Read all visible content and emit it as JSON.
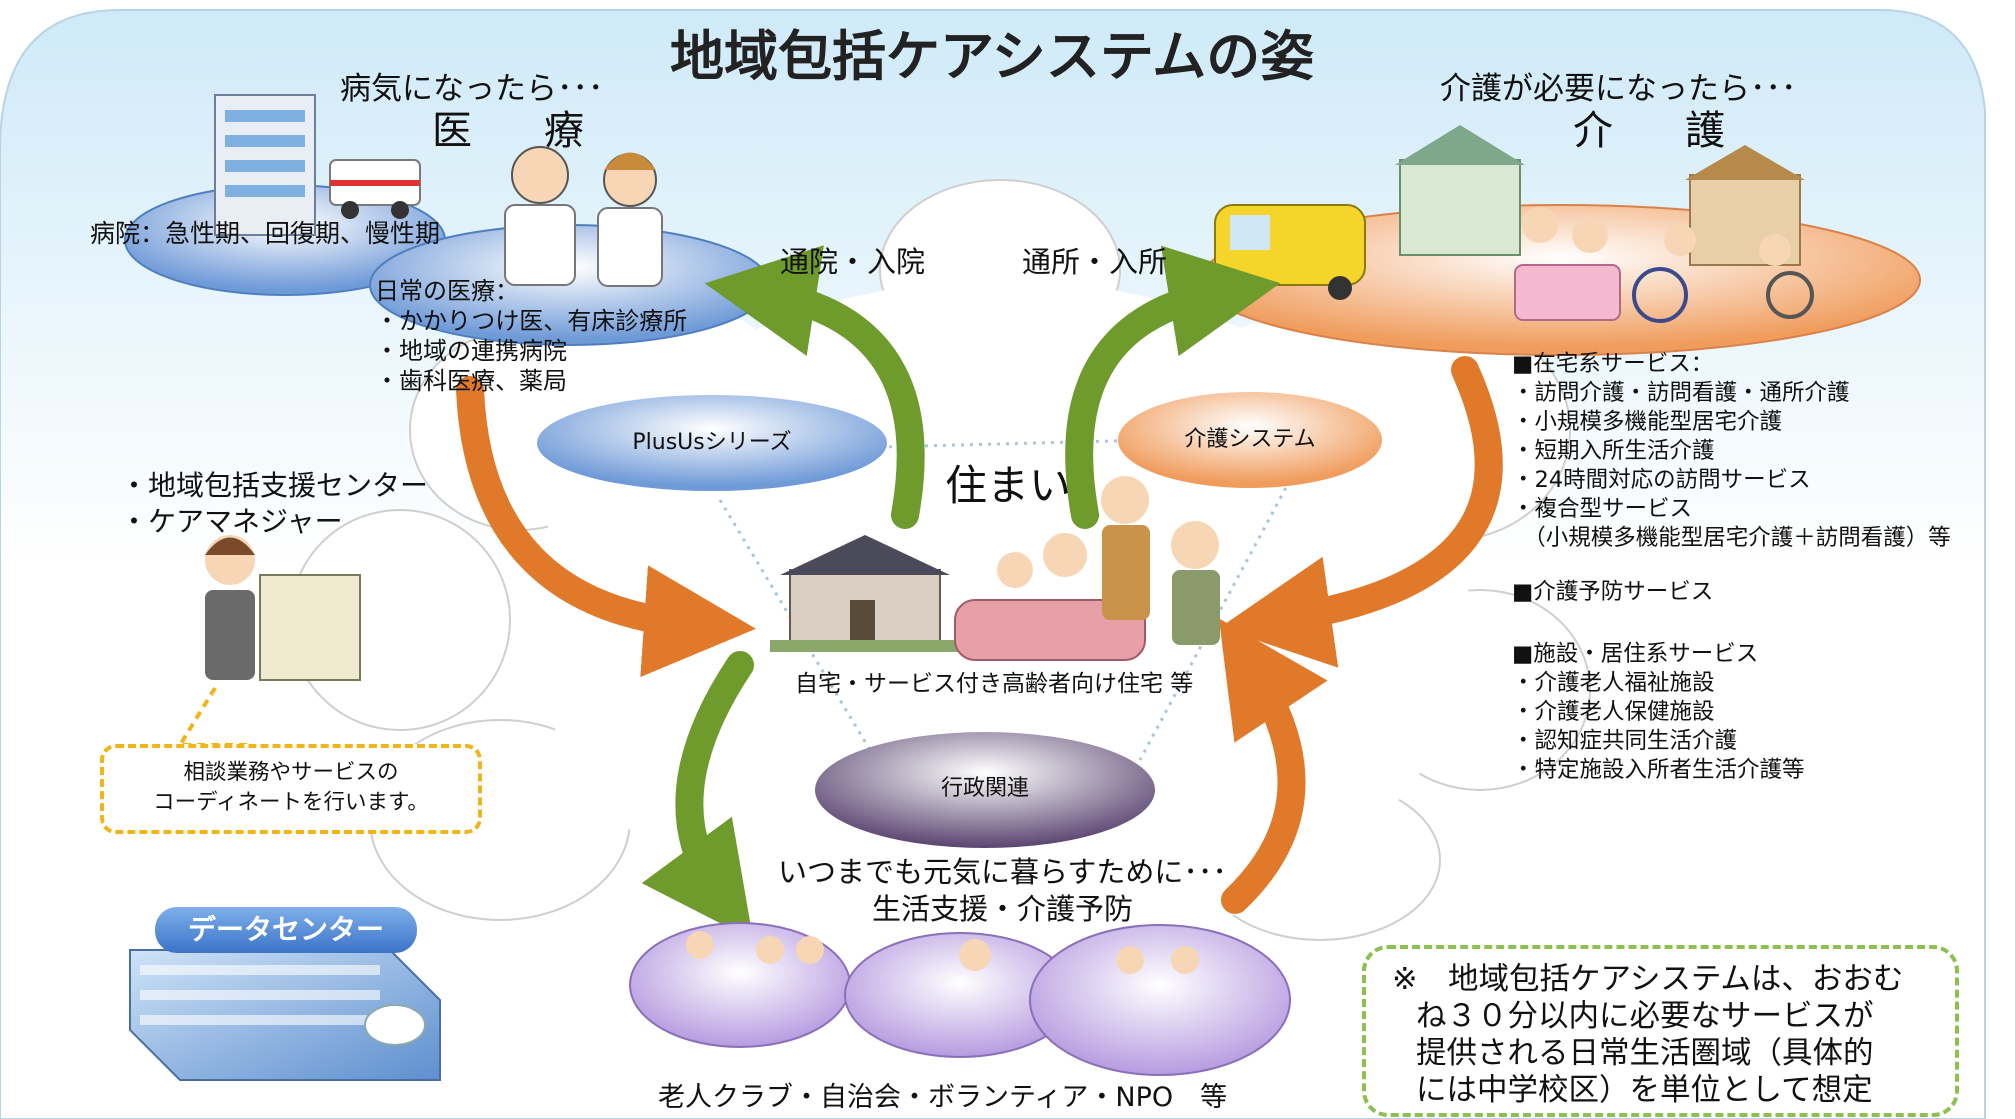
{
  "title": "地域包括ケアシステムの姿",
  "medical": {
    "sub": "病気になったら･･･",
    "main": "医　療",
    "hospital": "病院：急性期、回復期、慢性期",
    "daily_lines": [
      "日常の医療：",
      "・かかりつけ医、有床診療所",
      "・地域の連携病院",
      "・歯科医療、薬局"
    ]
  },
  "care": {
    "sub": "介護が必要になったら･･･",
    "main": "介　護",
    "home_services": [
      "■在宅系サービス：",
      "・訪問介護・訪問看護・通所介護",
      "・小規模多機能型居宅介護",
      "・短期入所生活介護",
      "・24時間対応の訪問サービス",
      "・複合型サービス",
      "　（小規模多機能型居宅介護＋訪問看護）等"
    ],
    "prevention": "■介護予防サービス",
    "facility_services": [
      "■施設・居住系サービス",
      "・介護老人福祉施設",
      "・介護老人保健施設",
      "・認知症共同生活介護",
      "・特定施設入所者生活介護等"
    ]
  },
  "arrows": {
    "hospital_visit": "通院・入院",
    "facility_visit": "通所・入所"
  },
  "center": {
    "housing": "住まい",
    "housing_caption": "自宅・サービス付き高齢者向け住宅 等"
  },
  "ovals": {
    "plusus": "PlusUsシリーズ",
    "care_system": "介護システム",
    "admin": "行政関連"
  },
  "support_center": {
    "lines": [
      "・地域包括支援センター",
      "・ケアマネジャー"
    ],
    "consult_lines": [
      "相談業務やサービスの",
      "コーディネートを行います。"
    ]
  },
  "life_support": {
    "lines": [
      "いつまでも元気に暮らすために･･･",
      "生活支援・介護予防"
    ],
    "groups": "老人クラブ・自治会・ボランティア・NPO　等"
  },
  "datacenter": "データセンター",
  "note_lines": [
    "※　地域包括ケアシステムは、おおむ",
    "ね３０分以内に必要なサービスが",
    "提供される日常生活圏域（具体的",
    "には中学校区）を単位として想定"
  ],
  "colors": {
    "sky_top": "#dff1fb",
    "green_arrow": "#6f9a2c",
    "orange_arrow": "#e07a2a",
    "plusus_oval": "#6e94d0",
    "care_oval": "#f0a46c",
    "admin_oval": "#6a557f",
    "note_border": "#8cc050",
    "consult_border": "#f0b51a"
  }
}
